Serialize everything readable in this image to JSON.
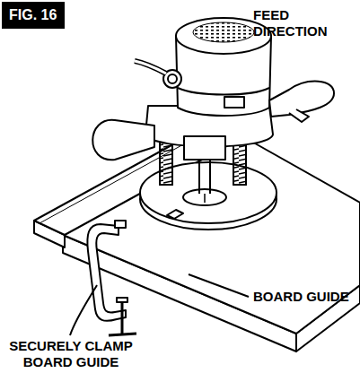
{
  "diagram": {
    "nodes": [
      {
        "text": [
          "FIG. 16"
        ]
      }
    ],
    "labels": [
      "FEED DIRECTION",
      "BOARD GUIDE",
      "SECURELY CLAMP BOARD GUIDE"
    ]
  }
}
